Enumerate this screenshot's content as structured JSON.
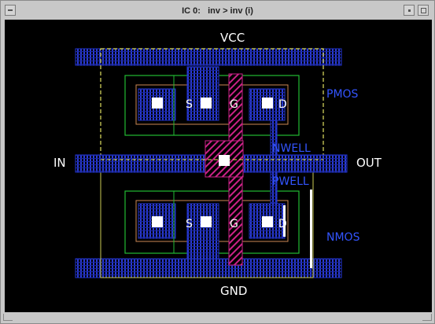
{
  "window": {
    "title": "IC 0:   inv > inv (i)"
  },
  "labels": {
    "vcc": "VCC",
    "gnd": "GND",
    "in": "IN",
    "out": "OUT",
    "nwell": "NWELL",
    "pwell": "PWELL",
    "pmos": "PMOS",
    "nmos": "NMOS",
    "pmos_source": "S",
    "pmos_gate": "G",
    "pmos_drain": "D",
    "nmos_source": "S",
    "nmos_gate": "G",
    "nmos_drain": "D"
  },
  "colors": {
    "background": "#000000",
    "metal": "#2233cc",
    "active": "#22bb33",
    "poly": "#cc2288",
    "select": "#cc8855",
    "well": "#cccc55",
    "nwell_outline": "#dddd66",
    "contact": "#ffffff",
    "pin_text": "#ffffff",
    "layer_text": "#3355ff"
  }
}
